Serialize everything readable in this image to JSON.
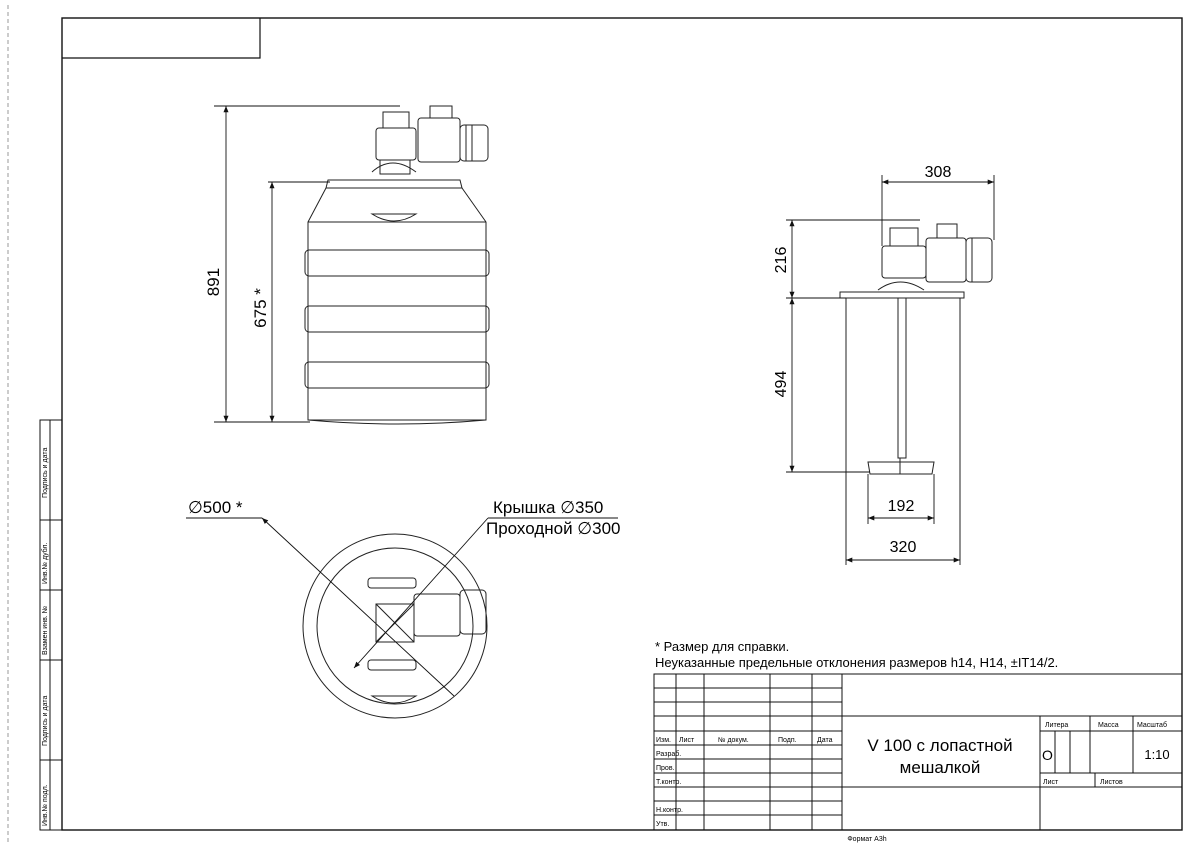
{
  "dims": {
    "front_height_total": "891",
    "front_height_tank": "675  *",
    "side_width_top": "308",
    "side_height_motor": "216",
    "side_height_shaft": "494",
    "side_width_blade": "192",
    "side_width_base": "320",
    "top_diameter": "∅500  *",
    "lid_line1": "Крышка  ∅350",
    "lid_line2": "Проходной ∅300"
  },
  "notes": {
    "line1": "* Размер для справки.",
    "line2": "Неуказанные предельные отклонения размеров h14, H14, ±IT14/2."
  },
  "title_block": {
    "title_line1": "V 100 с лопастной",
    "title_line2": "мешалкой",
    "col_izm": "Изм.",
    "col_list": "Лист",
    "col_docnum": "№ докум.",
    "col_sign": "Подп.",
    "col_date": "Дата",
    "row_razrab": "Разраб.",
    "row_prov": "Пров.",
    "row_tkontr": "Т.контр.",
    "row_nkontr": "Н.контр.",
    "row_utv": "Утв.",
    "litera": "Литера",
    "massa": "Масса",
    "masshtab": "Масштаб",
    "litera_value": "О",
    "scale_value": "1:10",
    "list": "Лист",
    "listov": "Листов"
  },
  "format": "Формат A3h",
  "side_labels": {
    "podp_data_top": "Подпись и дата",
    "inv_dubl": "Инв.№ дубл.",
    "vzam_inv": "Взамен инв. №",
    "podp_data_bottom": "Подпись и дата",
    "inv_podl": "Инв.№ подл."
  }
}
